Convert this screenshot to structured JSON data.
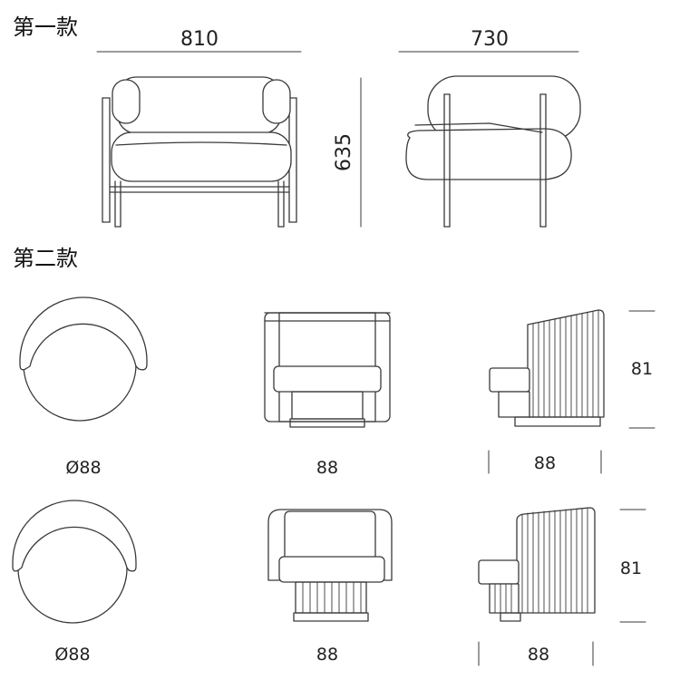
{
  "section1": {
    "title": "第一款",
    "front_width": "810",
    "side_depth": "730",
    "height": "635"
  },
  "section2": {
    "title": "第二款",
    "row1": {
      "top_diameter": "Ø88",
      "front_width": "88",
      "side_depth": "88",
      "height": "81"
    },
    "row2": {
      "top_diameter": "Ø88",
      "front_width": "88",
      "side_depth": "88",
      "height": "81"
    }
  },
  "colors": {
    "line": "#3a3a3a",
    "text": "#222222",
    "background": "#ffffff"
  }
}
